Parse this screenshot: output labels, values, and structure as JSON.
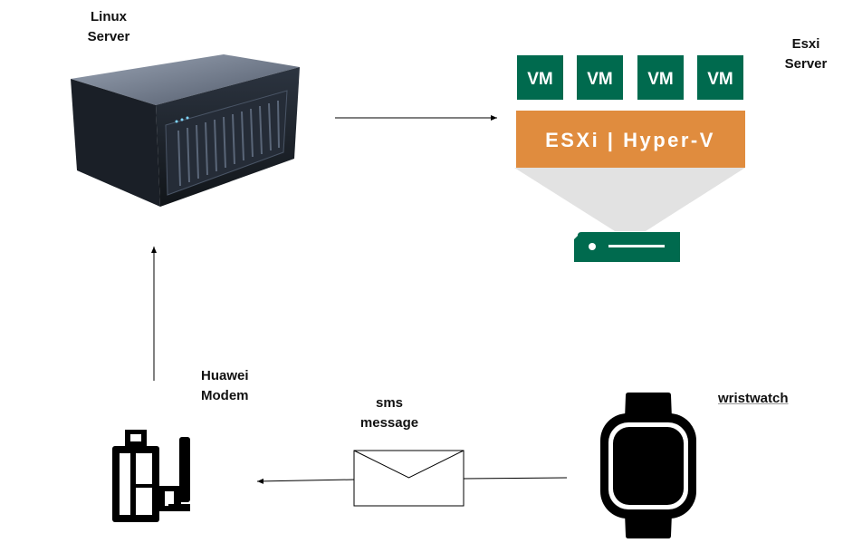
{
  "nodes": {
    "linux_server": {
      "label": "Linux\nServer"
    },
    "esxi_server": {
      "label": "Esxi\nServer"
    },
    "huawei_modem": {
      "label": "Huawei\nModem"
    },
    "sms_message": {
      "label": "sms\nmessage"
    },
    "wristwatch": {
      "label": "wristwatch"
    }
  },
  "hypervisor": {
    "vms": [
      "VM",
      "VM",
      "VM",
      "VM"
    ],
    "banner": "ESXi | Hyper-V",
    "colors": {
      "vm": "#006a4e",
      "banner": "#e08c3e",
      "cone": "#e2e2e2",
      "host": "#006a4e"
    }
  },
  "edges": [
    {
      "from": "linux_server",
      "to": "esxi_server"
    },
    {
      "from": "huawei_modem",
      "to": "linux_server"
    },
    {
      "from": "wristwatch",
      "to": "huawei_modem",
      "via": "sms_message"
    }
  ]
}
